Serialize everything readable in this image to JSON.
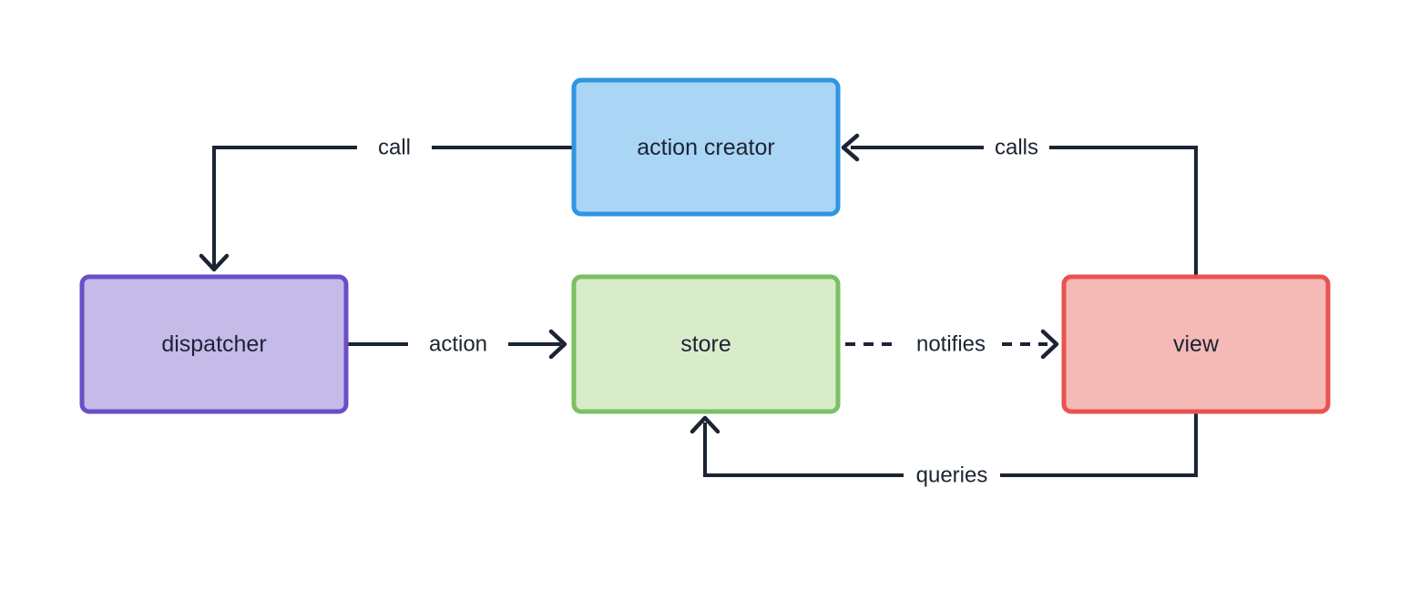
{
  "diagram": {
    "background": "#ffffff",
    "line_color": "#1b2433",
    "text_color": "#1b2433",
    "nodes": [
      {
        "id": "action-creator",
        "label": "action creator",
        "fill": "#aad5f4",
        "stroke": "#2e96e2"
      },
      {
        "id": "dispatcher",
        "label": "dispatcher",
        "fill": "#c6bae9",
        "stroke": "#6b4ec5"
      },
      {
        "id": "store",
        "label": "store",
        "fill": "#d9ecca",
        "stroke": "#7ac162"
      },
      {
        "id": "view",
        "label": "view",
        "fill": "#f5b9b6",
        "stroke": "#e85350"
      }
    ],
    "edges": [
      {
        "id": "call",
        "label": "call",
        "from": "action creator",
        "to": "dispatcher",
        "style": "solid"
      },
      {
        "id": "calls",
        "label": "calls",
        "from": "view",
        "to": "action creator",
        "style": "solid"
      },
      {
        "id": "action",
        "label": "action",
        "from": "dispatcher",
        "to": "store",
        "style": "solid"
      },
      {
        "id": "notifies",
        "label": "notifies",
        "from": "store",
        "to": "view",
        "style": "dashed"
      },
      {
        "id": "queries",
        "label": "queries",
        "from": "view",
        "to": "store",
        "style": "solid"
      }
    ]
  }
}
